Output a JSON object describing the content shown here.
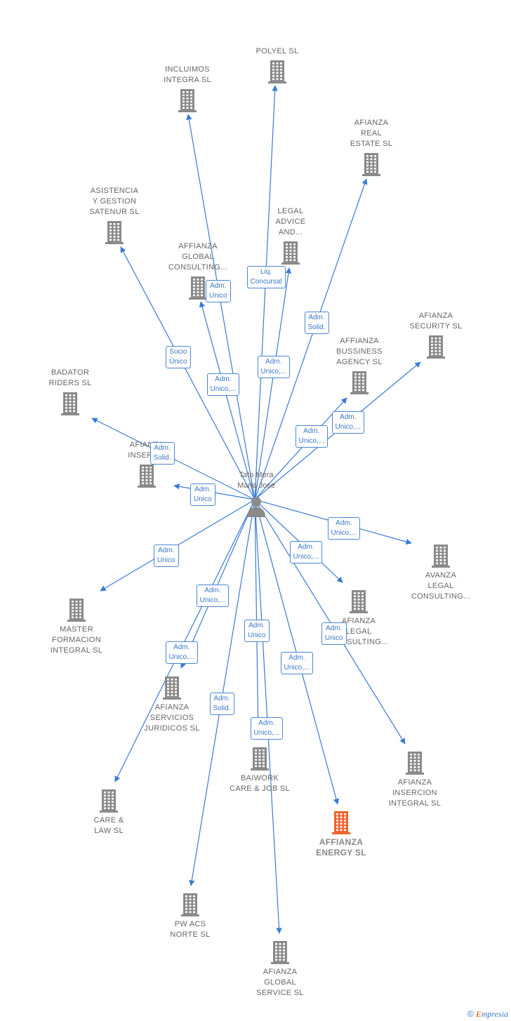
{
  "colors": {
    "edge": "#3a7bd5",
    "building": "#8a8a8a",
    "highlight": "#f0622c",
    "label": "#3a78c8"
  },
  "center": {
    "name": "Tato Mera\nMaria Jose",
    "icon": "person-icon"
  },
  "companies": [
    {
      "id": "polyel",
      "name": "POLYEL SL"
    },
    {
      "id": "incluimos",
      "name": "INCLUIMOS\nINTEGRA  SL"
    },
    {
      "id": "afianza-real-estate",
      "name": "AFIANZA\nREAL\nESTATE  SL"
    },
    {
      "id": "asistencia",
      "name": "ASISTENCIA\nY GESTION\nSATENUR  SL"
    },
    {
      "id": "legal-advice",
      "name": "LEGAL\nADVICE\nAND..."
    },
    {
      "id": "affianza-global-consulting",
      "name": "AFFIANZA\nGLOBAL\nCONSULTING..."
    },
    {
      "id": "afianza-security",
      "name": "AFIANZA\nSECURITY  SL"
    },
    {
      "id": "affianza-bussiness",
      "name": "AFFIANZA\nBUSSINESS\nAGENCY  SL"
    },
    {
      "id": "badator",
      "name": "BADATOR\nRIDERS  SL"
    },
    {
      "id": "afianza-inserc",
      "name": "AFIANZA\nINSERC..."
    },
    {
      "id": "avanza-legal",
      "name": "AVANZA\nLEGAL\nCONSULTING..."
    },
    {
      "id": "afianza-legal-consulting",
      "name": "AFIANZA\nLEGAL\nCONSULTING..."
    },
    {
      "id": "master-formacion",
      "name": "MASTER\nFORMACION\nINTEGRAL SL"
    },
    {
      "id": "afianza-servicios",
      "name": "AFIANZA\nSERVICIOS\nJURIDICOS  SL"
    },
    {
      "id": "baiwork",
      "name": "BAIWORK\nCARE & JOB SL"
    },
    {
      "id": "afianza-insercion",
      "name": "AFIANZA\nINSERCION\nINTEGRAL  SL"
    },
    {
      "id": "care-law",
      "name": "CARE &\nLAW  SL"
    },
    {
      "id": "affianza-energy",
      "name": "AFFIANZA\nENERGY  SL",
      "highlight": true
    },
    {
      "id": "pw-acs",
      "name": "PW ACS\nNORTE  SL"
    },
    {
      "id": "afianza-global-service",
      "name": "AFIANZA\nGLOBAL\nSERVICE  SL"
    }
  ],
  "edges": [
    {
      "to": "polyel",
      "label": "Liq.\nConcursal"
    },
    {
      "to": "incluimos",
      "label": "Adm.\nUnico,..."
    },
    {
      "to": "afianza-real-estate",
      "label": "Adm.\nSolid."
    },
    {
      "to": "asistencia",
      "label": "Socio\nÚnico"
    },
    {
      "to": "legal-advice",
      "label": "Adm.\nUnico,..."
    },
    {
      "to": "affianza-global-consulting",
      "label": "Adm.\nUnico"
    },
    {
      "to": "afianza-security",
      "label": "Adm.\nUnico,..."
    },
    {
      "to": "affianza-bussiness",
      "label": "Adm.\nUnico,..."
    },
    {
      "to": "badator",
      "label": "Adm.\nSolid."
    },
    {
      "to": "afianza-inserc",
      "label": "Adm.\nUnico"
    },
    {
      "to": "avanza-legal",
      "label": "Adm.\nUnico,..."
    },
    {
      "to": "afianza-legal-consulting",
      "label": "Adm.\nUnico,..."
    },
    {
      "to": "master-formacion",
      "label": "Adm.\nUnico"
    },
    {
      "to": "afianza-servicios",
      "label": "Adm.\nUnico,..."
    },
    {
      "to": "care-law",
      "label": "Adm.\nUnico,..."
    },
    {
      "to": "baiwork",
      "label": "Adm.\nUnico"
    },
    {
      "to": "afianza-insercion",
      "label": "Adm.\nUnico"
    },
    {
      "to": "affianza-energy",
      "label": "Adm.\nUnico,..."
    },
    {
      "to": "pw-acs",
      "label": "Adm.\nSolid."
    },
    {
      "to": "afianza-global-service",
      "label": "Adm.\nUnico,..."
    }
  ],
  "footer": {
    "copyright": "©",
    "brand_initial": "E",
    "brand_rest": "mpresia"
  }
}
